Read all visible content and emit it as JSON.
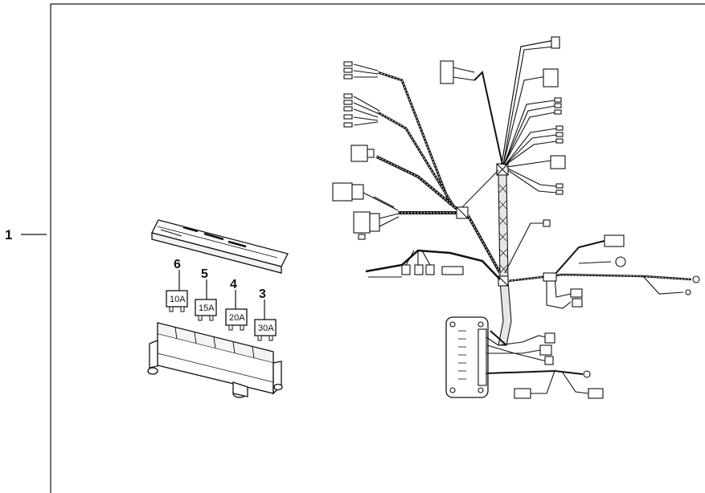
{
  "callouts": {
    "main": "1",
    "fuse_30a": "3",
    "fuse_20a": "4",
    "fuse_15a": "5",
    "fuse_10a": "6"
  },
  "fuses": {
    "f10": "10A",
    "f15": "15A",
    "f20": "20A",
    "f30": "30A"
  },
  "colors": {
    "line": "#111111",
    "background": "#ffffff"
  }
}
